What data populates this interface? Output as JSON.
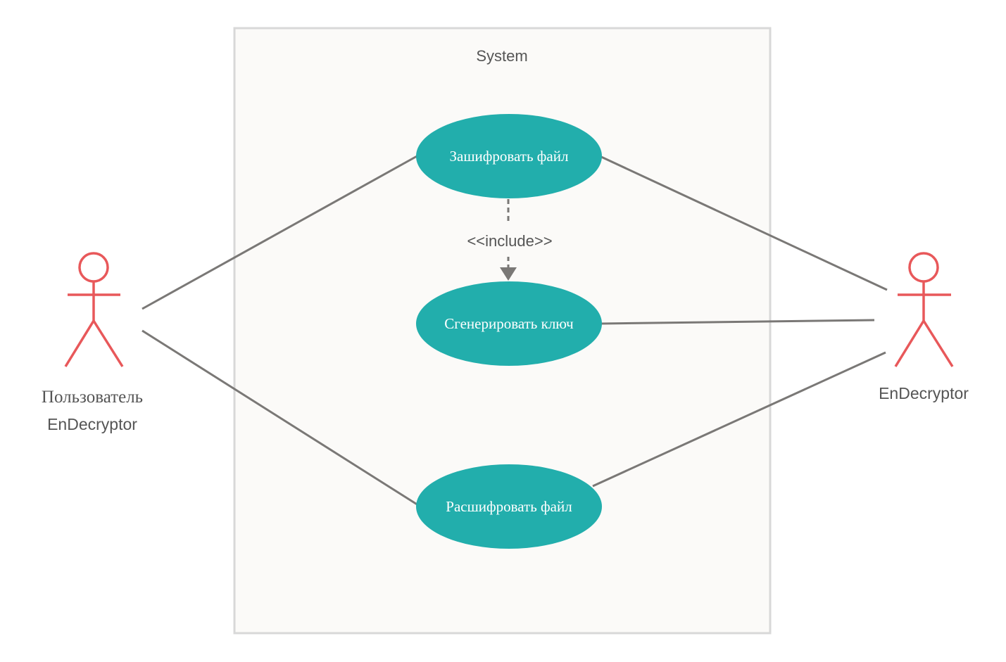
{
  "system": {
    "title": "System"
  },
  "use_cases": {
    "encrypt": {
      "label": "Зашифровать файл"
    },
    "generate_key": {
      "label": "Сгенерировать ключ"
    },
    "decrypt": {
      "label": "Расшифровать файл"
    }
  },
  "include": {
    "label": "<<include>>"
  },
  "actors": {
    "user": {
      "line1": "Пользователь",
      "line2": "EnDecryptor"
    },
    "system_actor": {
      "label": "EnDecryptor"
    }
  },
  "colors": {
    "use_case_fill": "#22aeac",
    "actor_stroke": "#e8585a",
    "connector": "#7a7876",
    "boundary_fill": "#fbfaf8",
    "boundary_stroke": "#d8d8d8",
    "label_text": "#555555"
  }
}
